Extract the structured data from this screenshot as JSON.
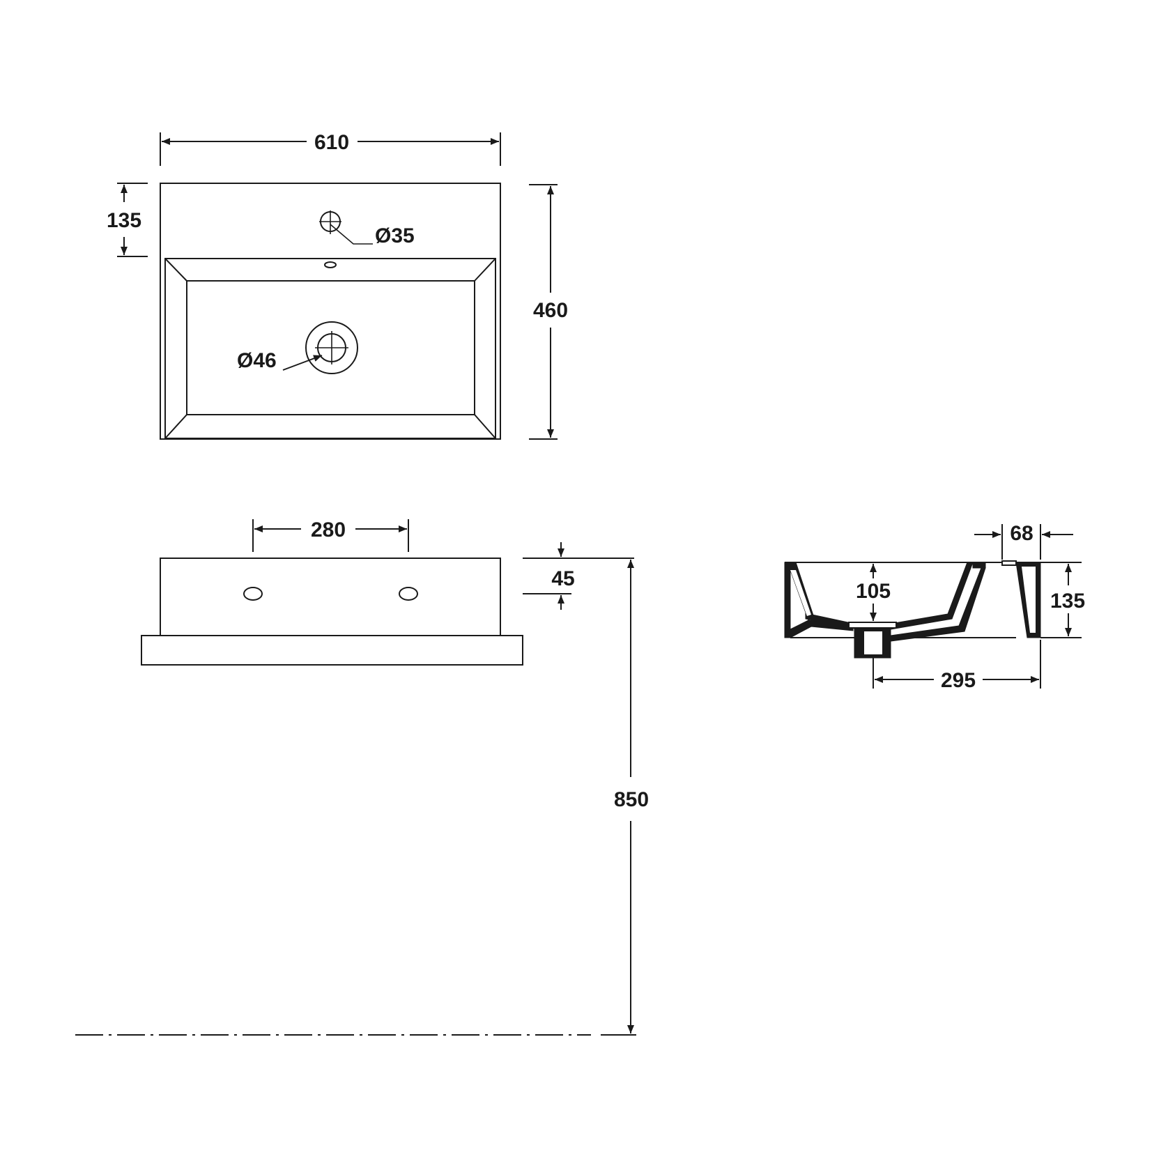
{
  "top_view": {
    "width_label": "610",
    "depth_label": "460",
    "tap_offset_label": "135",
    "tap_hole_label": "Ø35",
    "drain_label": "Ø46"
  },
  "front_view": {
    "hole_spacing_label": "280",
    "hole_height_label": "45",
    "installation_height_label": "850"
  },
  "side_view": {
    "rim_label": "68",
    "inner_depth_label": "105",
    "height_label": "135",
    "drain_offset_label": "295"
  }
}
